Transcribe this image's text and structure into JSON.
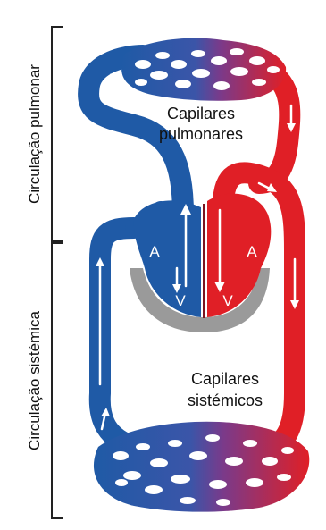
{
  "sections": {
    "pulmonary_label": "Circulação pulmonar",
    "systemic_label": "Circulação sistémica"
  },
  "capillaries": {
    "pulmonary_line1": "Capilares",
    "pulmonary_line2": "pulmonares",
    "systemic_line1": "Capilares",
    "systemic_line2": "sistémicos"
  },
  "heart": {
    "left_atrium_letter": "A",
    "right_atrium_letter": "A",
    "left_ventricle_letter": "V",
    "right_ventricle_letter": "V"
  },
  "colors": {
    "deoxygenated_blue": "#1f5aa6",
    "oxygenated_red": "#e01f26",
    "capillary_purple": "#7a3a8a",
    "septum_gray": "#9a9a9a",
    "bracket_black": "#222222"
  }
}
